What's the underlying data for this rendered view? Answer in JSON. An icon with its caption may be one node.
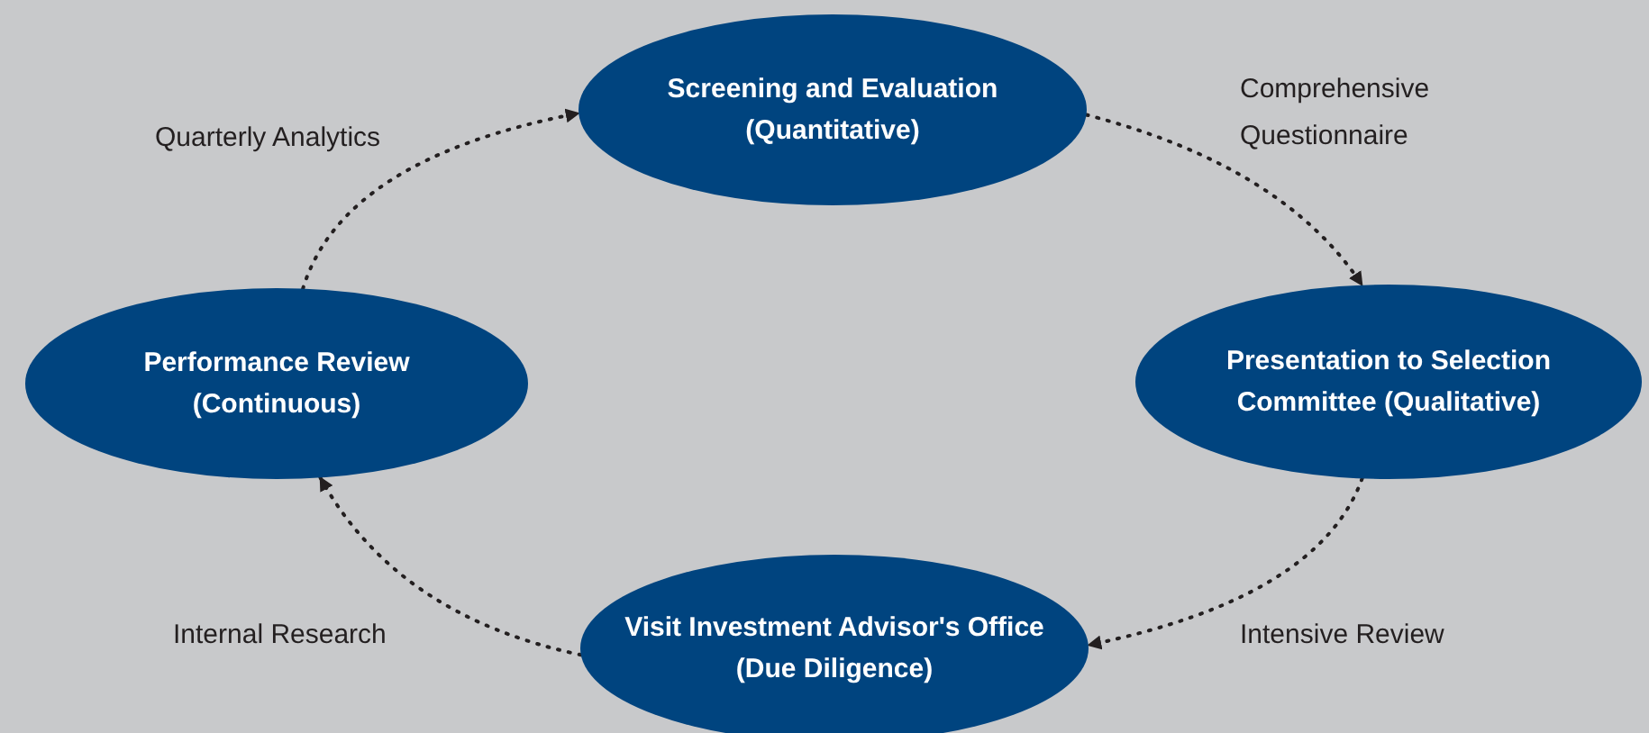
{
  "diagram": {
    "nodes": [
      {
        "text": [
          "Screening and Evaluation (Quantitative)"
        ]
      },
      {
        "text": [
          "Presentation to Selection Committee (Qualitative)"
        ]
      },
      {
        "text": [
          "Visit Investment Advisor's Office (Due Diligence)"
        ]
      },
      {
        "text": [
          "Performance Review (Continuous)"
        ]
      }
    ],
    "edges": [
      {
        "from": 0,
        "to": 1,
        "arrow": "to",
        "style": "dashed",
        "label": "Comprehensive Questionnaire"
      },
      {
        "from": 1,
        "to": 2,
        "arrow": "to",
        "style": "dashed",
        "label": "Intensive Review"
      },
      {
        "from": 2,
        "to": 3,
        "arrow": "to",
        "style": "dashed",
        "label": "Internal Research"
      },
      {
        "from": 3,
        "to": 0,
        "arrow": "to",
        "style": "dashed",
        "label": "Quarterly Analytics"
      }
    ]
  }
}
